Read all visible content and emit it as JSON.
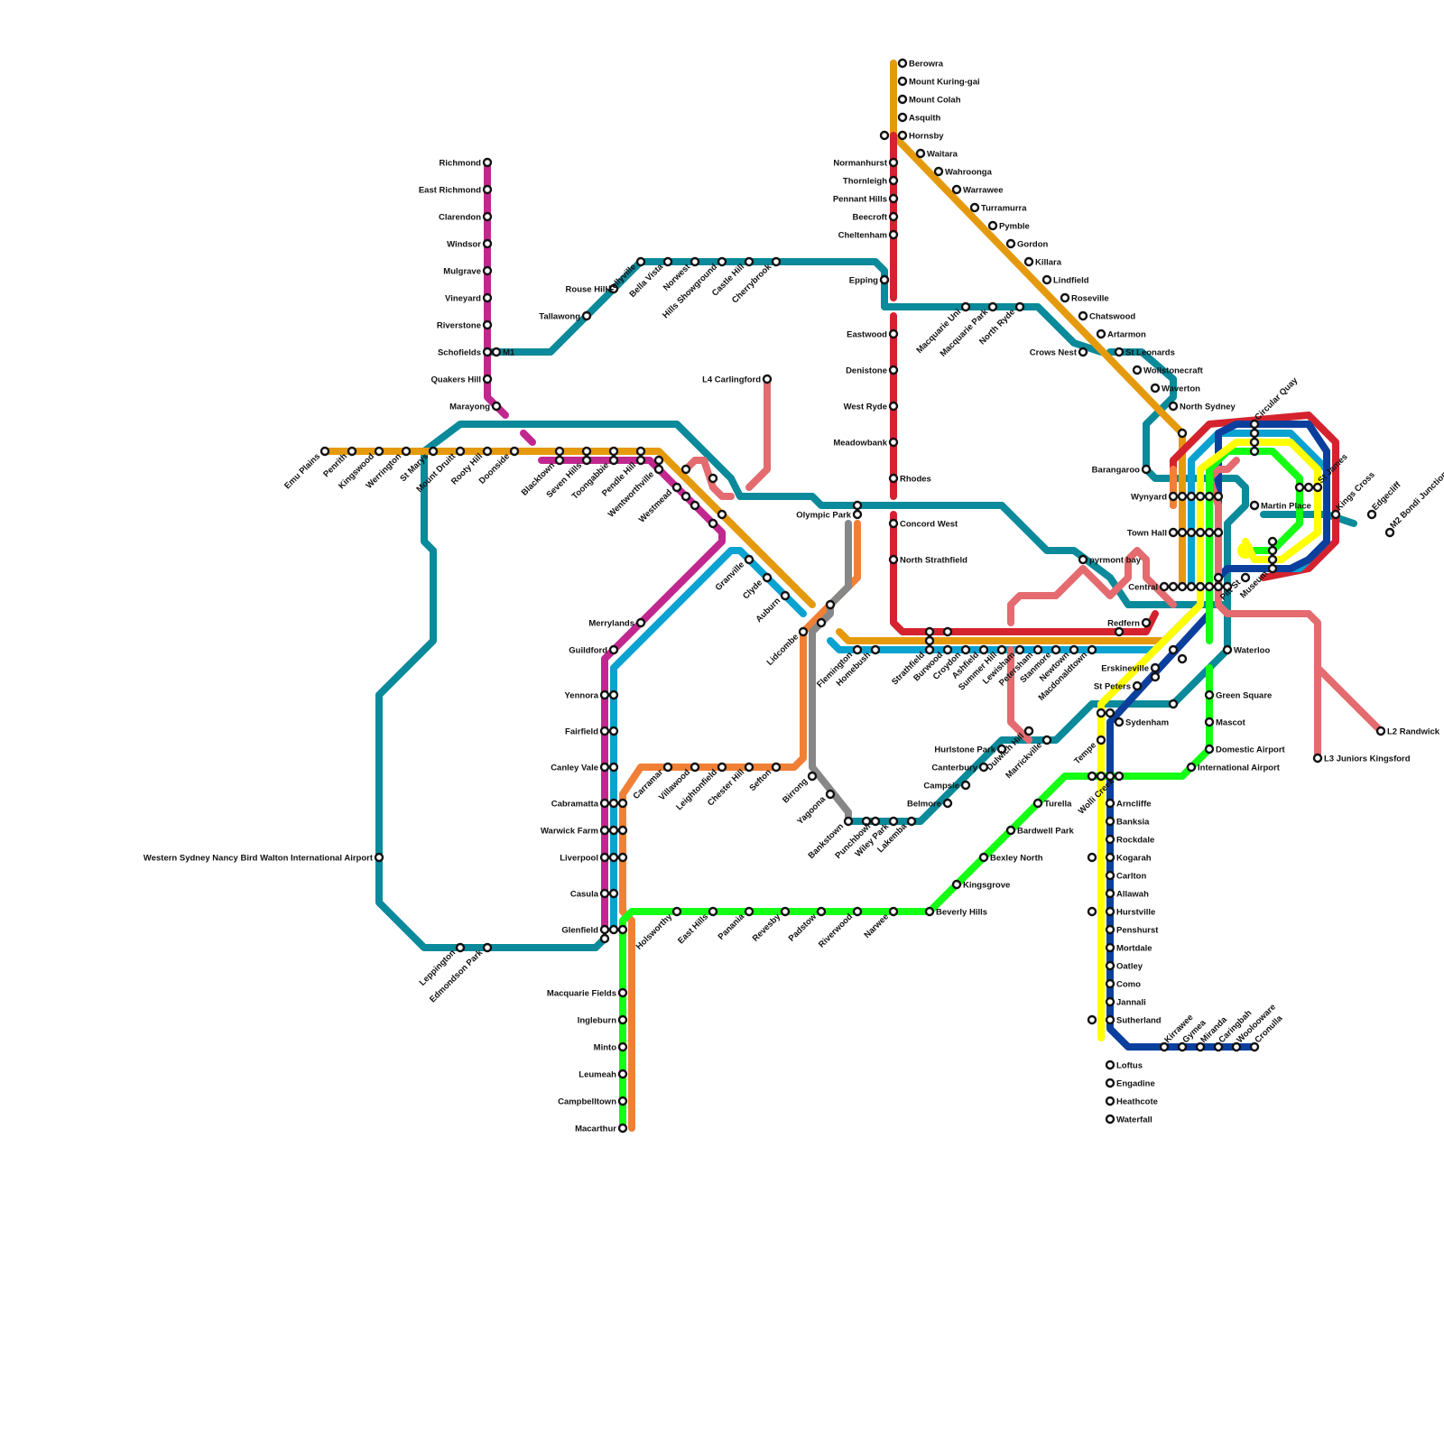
{
  "colors": {
    "T1": "#e59a0e",
    "T2": "#0aa2d0",
    "T3": "#f08036",
    "T4": "#0b3f9e",
    "T5": "#c1288f",
    "T6": "#878787",
    "T7": "#e46b6f",
    "T8": "#14ff14",
    "T9": "#d4232e",
    "Metro": "#0a8a9a",
    "Yellow": "#ffff00"
  },
  "stations": [
    "Berowra",
    "Mount Kuring-gai",
    "Mount Colah",
    "Asquith",
    "Hornsby",
    "Waitara",
    "Wahroonga",
    "Warrawee",
    "Turramurra",
    "Pymble",
    "Gordon",
    "Killara",
    "Lindfield",
    "Roseville",
    "Chatswood",
    "Artarmon",
    "St Leonards",
    "Wollstonecraft",
    "Waverton",
    "North Sydney",
    "Circular Quay",
    "Barangaroo",
    "Wynyard",
    "Martin Place",
    "St James",
    "Kings Cross",
    "Edgecliff",
    "M2 Bondi Junction",
    "Town Hall",
    "pyrmont bay",
    "Museum",
    "Central",
    "Pitt St",
    "Redfern",
    "Waterloo",
    "Erskineville",
    "St Peters",
    "Green Square",
    "Mascot",
    "Domestic Airport",
    "International Airport",
    "Sydenham",
    "Wolli Creek",
    "Tempe",
    "Arncliffe",
    "Banksia",
    "Rockdale",
    "Kogarah",
    "Carlton",
    "Allawah",
    "Hurstville",
    "Penshurst",
    "Mortdale",
    "Oatley",
    "Como",
    "Jannali",
    "Sutherland",
    "Loftus",
    "Engadine",
    "Heathcote",
    "Waterfall",
    "Kirrawee",
    "Gymea",
    "Miranda",
    "Caringbah",
    "Woolooware",
    "Cronulla",
    "L2 Randwick",
    "L3 Juniors Kingsford",
    "Normanhurst",
    "Thornleigh",
    "Pennant Hills",
    "Beecroft",
    "Cheltenham",
    "Epping",
    "Eastwood",
    "Denistone",
    "West Ryde",
    "Meadowbank",
    "Rhodes",
    "Concord West",
    "North Strathfield",
    "Macquarie Uni",
    "Macquarie Park",
    "North Ryde",
    "Crows Nest",
    "Richmond",
    "East Richmond",
    "Clarendon",
    "Windsor",
    "Mulgrave",
    "Vineyard",
    "Riverstone",
    "Schofields",
    "M1",
    "Quakers Hill",
    "Marayong",
    "Rouse Hill",
    "Tallawong",
    "Kellyville",
    "Bella Vista",
    "Norwest",
    "Hills Showground",
    "Castle Hill",
    "Cherrybrook",
    "L4 Carlingford",
    "Emu Plains",
    "Penrith",
    "Kingswood",
    "Werrington",
    "St Marys",
    "Mount Druitt",
    "Rooty Hill",
    "Doonside",
    "Blacktown",
    "Seven Hills",
    "Toongabbie",
    "Pendle Hill",
    "Wentworthville",
    "Westmead",
    "Granville",
    "Clyde",
    "Auburn",
    "Lidcombe",
    "Olympic Park",
    "Flemington",
    "Homebush",
    "Strathfield",
    "Burwood",
    "Croydon",
    "Ashfield",
    "Summer Hill",
    "Lewisham",
    "Petersham",
    "Stanmore",
    "Newtown",
    "Macdonaldtown",
    "Merrylands",
    "Guildford",
    "Yennora",
    "Fairfield",
    "Canley Vale",
    "Cabramatta",
    "Warwick Farm",
    "Liverpool",
    "Casula",
    "Glenfield",
    "Macquarie Fields",
    "Ingleburn",
    "Minto",
    "Leumeah",
    "Campbelltown",
    "Macarthur",
    "Leppington",
    "Edmondson Park",
    "Western Sydney Nancy Bird Walton International Airport",
    "Carramar",
    "Villawood",
    "Leightonfield",
    "Chester Hill",
    "Sefton",
    "Birrong",
    "Yagoona",
    "Bankstown",
    "Punchbowl",
    "Wiley Park",
    "Lakemba",
    "Belmore",
    "Campsie",
    "Canterbury",
    "Hurlstone Park",
    "Dulwich Hill",
    "Marrickville",
    "Turella",
    "Bardwell Park",
    "Bexley North",
    "Kingsgrove",
    "Beverly Hills",
    "Narwee",
    "Riverwood",
    "Padstow",
    "Revesby",
    "Panania",
    "East Hills",
    "Holsworthy"
  ]
}
